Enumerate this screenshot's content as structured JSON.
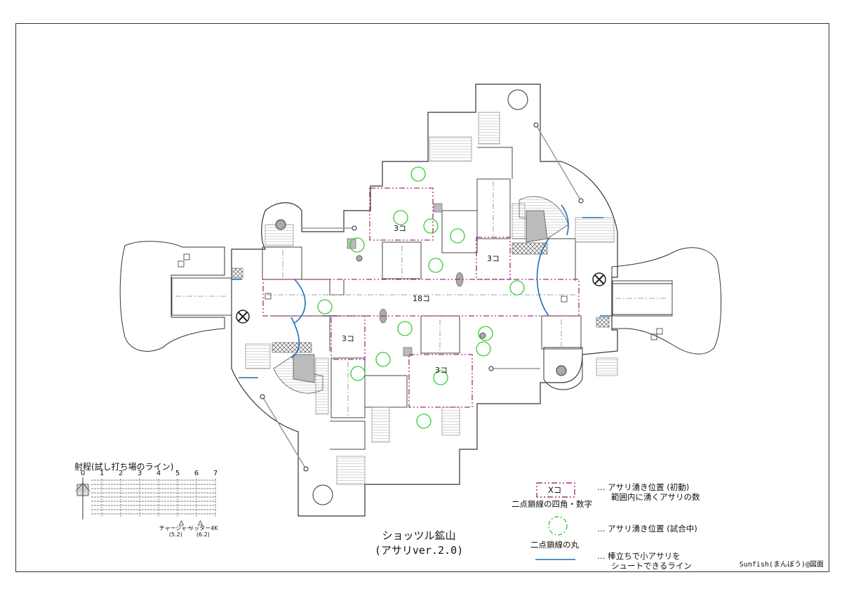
{
  "map": {
    "title_line1": "ショッツル鉱山",
    "title_line2": "(アサリver.2.0)",
    "zone_counts": {
      "center": "18コ",
      "top": "3コ",
      "right_small": "3コ",
      "left_small": "3コ",
      "bottom": "3コ"
    }
  },
  "range_scale": {
    "title": "射程(試し打ち場のライン)",
    "ticks": [
      "0",
      "1",
      "2",
      "3",
      "4",
      "5",
      "6",
      "7"
    ],
    "weapons": [
      {
        "name": "チャージャー",
        "value": "(5.2)"
      },
      {
        "name": "リッター4K",
        "value": "(6.2)"
      }
    ]
  },
  "legend": {
    "box_label": "Xコ",
    "box_caption": "二点鎖線の四角・数字",
    "box_desc_1": "… アサリ湧き位置 (初動)",
    "box_desc_2": "範囲内に湧くアサリの数",
    "circle_caption": "二点鎖線の丸",
    "circle_desc": "… アサリ湧き位置 (試合中)",
    "line_desc_1": "… 棒立ちで小アサリを",
    "line_desc_2": "シュートできるライン"
  },
  "credit": "Sunfish(まんぼう)@図面",
  "colors": {
    "zone_border": "#a0307a",
    "spawn_circle": "#33cc33",
    "shoot_line": "#1f6fb0",
    "wall": "#333333"
  }
}
